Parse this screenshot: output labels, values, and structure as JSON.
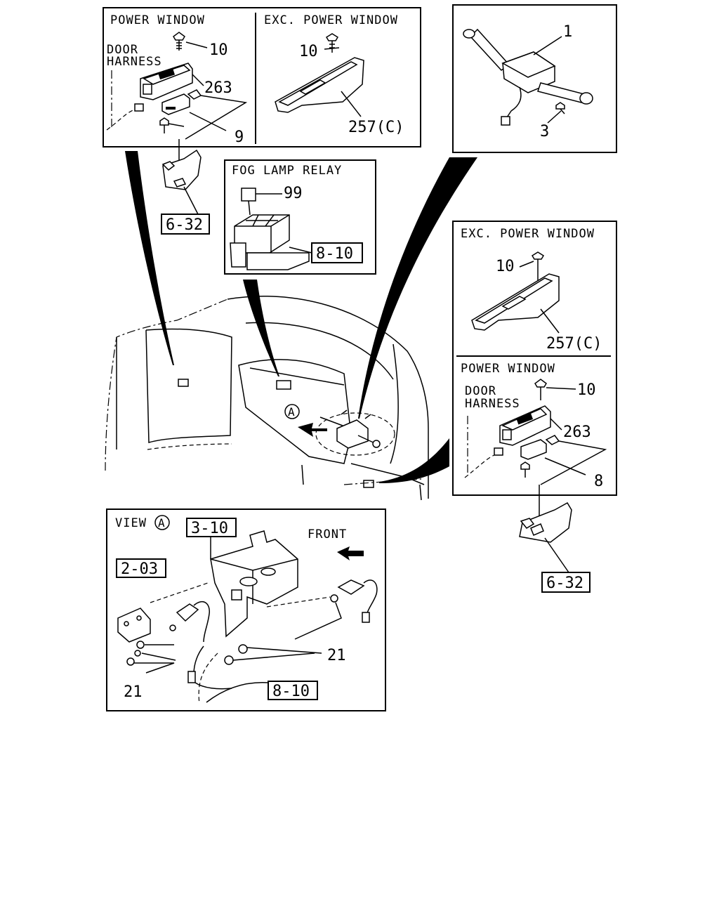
{
  "panels": {
    "top_left": {
      "title_power_window": "POWER WINDOW",
      "title_exc_power_window": "EXC. POWER WINDOW",
      "door_harness_line1": "DOOR",
      "door_harness_line2": "HARNESS",
      "callouts": [
        "10",
        "263",
        "9",
        "10",
        "257(C)"
      ]
    },
    "top_right": {
      "callouts": [
        "1",
        "3"
      ]
    },
    "fog_lamp_relay": {
      "title": "FOG LAMP RELAY",
      "callouts": [
        "99"
      ],
      "ref": "8-10"
    },
    "right_middle": {
      "title_exc_power_window": "EXC. POWER WINDOW",
      "title_power_window": "POWER WINDOW",
      "door_harness_line1": "DOOR",
      "door_harness_line2": "HARNESS",
      "callouts": [
        "10",
        "257(C)",
        "10",
        "263",
        "8"
      ]
    },
    "view_a": {
      "title": "VIEW",
      "marker": "A",
      "front_label": "FRONT",
      "refs": [
        "3-10",
        "2-03",
        "8-10"
      ],
      "callouts": [
        "21",
        "21"
      ]
    }
  },
  "refs": {
    "bracket_left": "6-32",
    "bracket_right": "6-32"
  },
  "center_marker": "A"
}
